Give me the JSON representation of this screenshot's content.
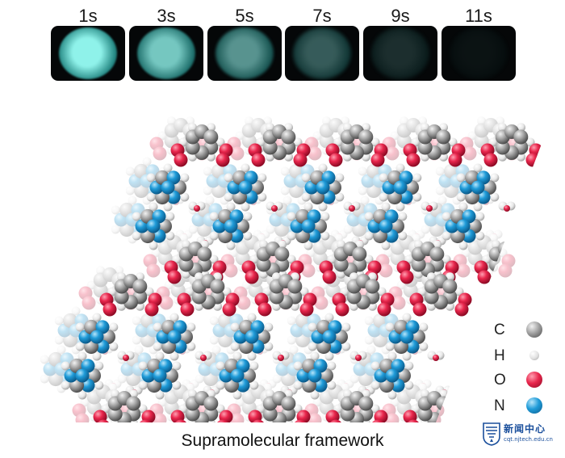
{
  "frames": [
    {
      "label": "1s",
      "brightness": 1.0
    },
    {
      "label": "3s",
      "brightness": 0.82
    },
    {
      "label": "5s",
      "brightness": 0.6
    },
    {
      "label": "7s",
      "brightness": 0.36
    },
    {
      "label": "9s",
      "brightness": 0.17
    },
    {
      "label": "11s",
      "brightness": 0.05
    }
  ],
  "glow_color": "#8ff2ea",
  "legend": [
    {
      "letter": "C",
      "color": "#8a8a8a",
      "element": "carbon"
    },
    {
      "letter": "H",
      "color": "#e6e6e6",
      "element": "hydrogen"
    },
    {
      "letter": "O",
      "color": "#e2244a",
      "element": "oxygen"
    },
    {
      "letter": "N",
      "color": "#1e9ad8",
      "element": "nitrogen"
    }
  ],
  "caption": "Supramolecular framework",
  "logo": {
    "name": "新闻中心",
    "url": "cqt.njtech.edu.cn"
  }
}
